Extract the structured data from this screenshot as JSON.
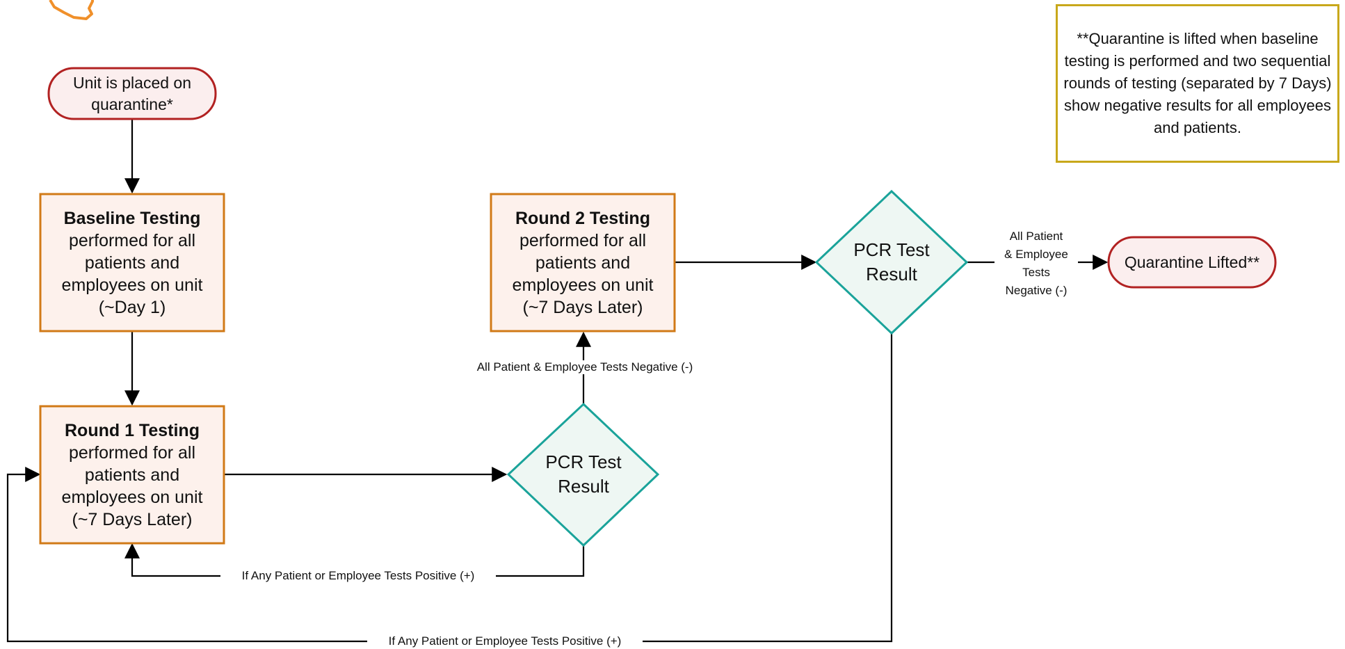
{
  "colors": {
    "rect_border": "#d17a17",
    "rect_fill": "#fdf1ec",
    "pill_border": "#b22222",
    "pill_fill": "#fbeeee",
    "diamond_border": "#1aa39a",
    "diamond_fill": "#eef7f3",
    "note_border": "#c8a81b",
    "arrow": "#000000",
    "logo": "#f0902a"
  },
  "nodes": {
    "start": {
      "label": "Unit is placed on quarantine*"
    },
    "baseline": {
      "title": "Baseline Testing",
      "line1": "performed for all",
      "line2": "patients and",
      "line3": "employees on unit",
      "line4": "(~Day 1)"
    },
    "round1": {
      "title": "Round 1 Testing",
      "line1": "performed for all",
      "line2": "patients and",
      "line3": "employees on unit",
      "line4": "(~7 Days Later)"
    },
    "round2": {
      "title": "Round 2 Testing",
      "line1": "performed for all",
      "line2": "patients and",
      "line3": "employees on unit",
      "line4": "(~7 Days Later)"
    },
    "pcr1": {
      "line1": "PCR Test",
      "line2": "Result"
    },
    "pcr2": {
      "line1": "PCR Test",
      "line2": "Result"
    },
    "end": {
      "label": "Quarantine Lifted**"
    }
  },
  "edges": {
    "pcr1_negative": "All Patient & Employee Tests Negative (-)",
    "pcr1_positive": "If Any Patient or Employee Tests Positive  (+)",
    "pcr2_positive": "If Any Patient or Employee Tests Positive  (+)",
    "pcr2_negative": {
      "line1": "All Patient",
      "line2": "& Employee",
      "line3": "Tests",
      "line4": "Negative (-)"
    }
  },
  "note": {
    "text": "**Quarantine is lifted when baseline testing is performed and two sequential rounds of testing (separated by 7 Days) show negative results for all employees and patients."
  }
}
